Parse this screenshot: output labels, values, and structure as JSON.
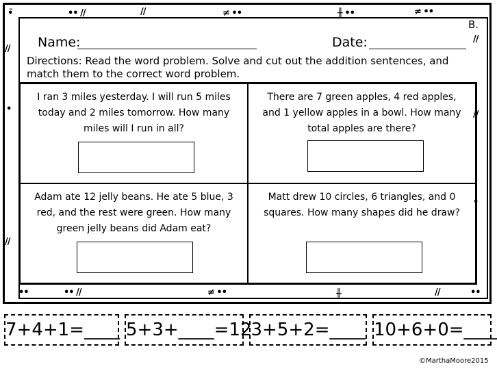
{
  "worksheet": {
    "tag": "B.",
    "name_label": "Name:",
    "date_label": "Date:",
    "directions": "Directions: Read the word problem. Solve and cut out the addition sentences, and match them to the correct word problem."
  },
  "problems": [
    {
      "text": "I ran 3 miles yesterday. I will run 5 miles today and 2 miles tomorrow. How many miles will I run in all?"
    },
    {
      "text": "There are 7 green  apples, 4 red apples, and 1 yellow apples in a bowl. How many total apples are there?"
    },
    {
      "text": "Adam ate 12 jelly beans. He ate 5 blue, 3 red, and the rest were green. How many green jelly beans did Adam eat?"
    },
    {
      "text": "Matt drew 10 circles, 6 triangles, and 0 squares. How many shapes did he draw?"
    }
  ],
  "cutouts": [
    {
      "text": "7+4+1=____"
    },
    {
      "text": "5+3+____=12"
    },
    {
      "text": "3+5+2=____"
    },
    {
      "text": "10+6+0=____"
    }
  ],
  "copyright": "©MarthaMoore2015"
}
